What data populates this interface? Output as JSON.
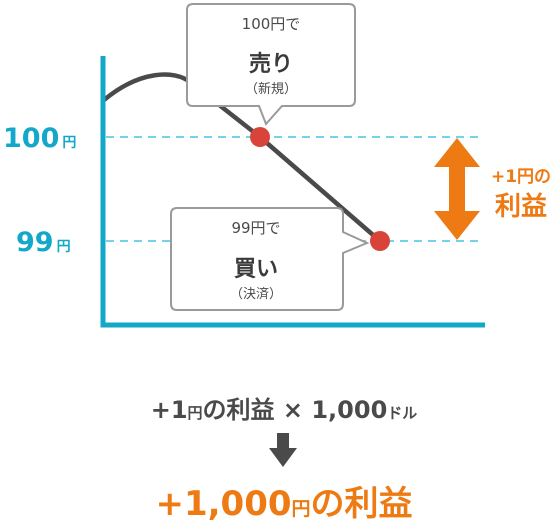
{
  "axis": {
    "label_100": "100",
    "label_99": "99",
    "unit": "円"
  },
  "sell_callout": {
    "line1": "100円で",
    "line2": "売り",
    "line3": "（新規）"
  },
  "buy_callout": {
    "line1": "99円で",
    "line2": "買い",
    "line3": "（決済）"
  },
  "profit_label": {
    "line1": "+1円の",
    "line2": "利益"
  },
  "formula": {
    "part1": "+1",
    "part2": "円",
    "part3": "の利益 × 1,000",
    "part4": "ドル"
  },
  "result": {
    "part1": "+1,000",
    "part2": "円",
    "part3": "の利益"
  },
  "colors": {
    "axis_blue": "#13a8c9",
    "price_line": "#4a4a4a",
    "marker_red": "#d9443a",
    "dashed_blue": "#74d3e6",
    "profit_orange": "#ee7a14",
    "callout_border": "#9a9a9a"
  }
}
